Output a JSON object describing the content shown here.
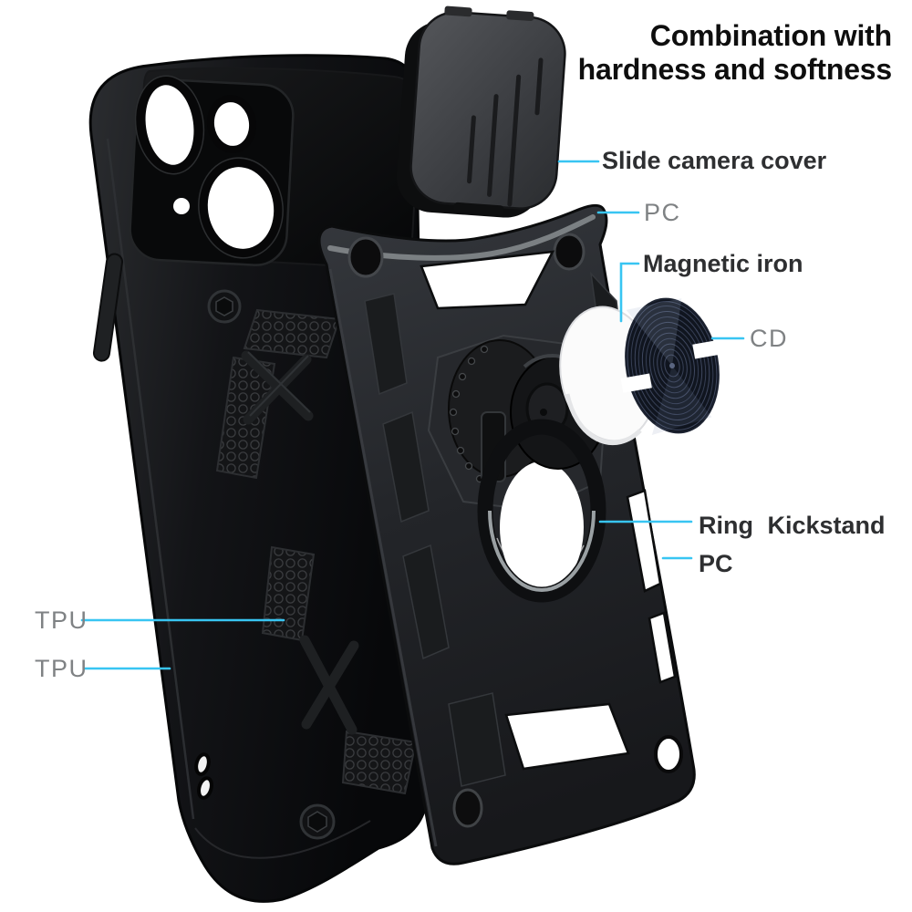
{
  "title": {
    "line1": "Combination with",
    "line2": "hardness and softness"
  },
  "labels": {
    "slide_camera_cover": "Slide camera cover",
    "pc_top": "PC",
    "magnetic_iron": "Magnetic iron",
    "cd": "CD",
    "ring_kickstand": "Ring Kickstand",
    "pc_bottom": "PC",
    "tpu_upper": "TPU",
    "tpu_lower": "TPU"
  },
  "colors": {
    "background": "#ffffff",
    "leader_line": "#38c5f2",
    "title_text": "#0e0e0e",
    "label_dark": "#2e2f31",
    "label_gray": "#7f8284",
    "case_black": "#121316",
    "cover_gray": "#3f4145",
    "magnet_disc_white": "#fbfbfb",
    "cd_disc_navy": "#10151f"
  }
}
